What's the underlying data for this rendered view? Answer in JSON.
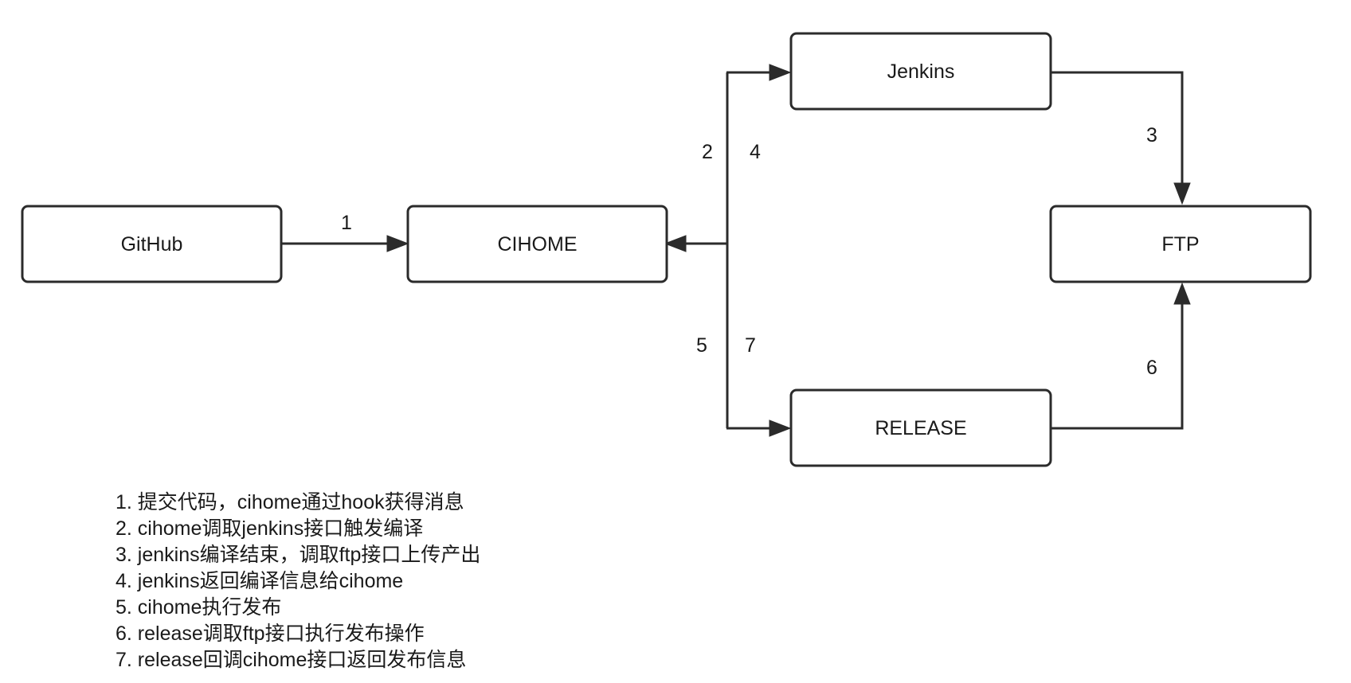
{
  "nodes": {
    "github": "GitHub",
    "cihome": "CIHOME",
    "jenkins": "Jenkins",
    "ftp": "FTP",
    "release": "RELEASE"
  },
  "edge_labels": {
    "e1": "1",
    "e2": "2",
    "e3": "3",
    "e4": "4",
    "e5": "5",
    "e6": "6",
    "e7": "7"
  },
  "legend": [
    "1. 提交代码，cihome通过hook获得消息",
    "2. cihome调取jenkins接口触发编译",
    "3. jenkins编译结束，调取ftp接口上传产出",
    "4. jenkins返回编译信息给cihome",
    "5. cihome执行发布",
    "6. release调取ftp接口执行发布操作",
    "7. release回调cihome接口返回发布信息"
  ]
}
